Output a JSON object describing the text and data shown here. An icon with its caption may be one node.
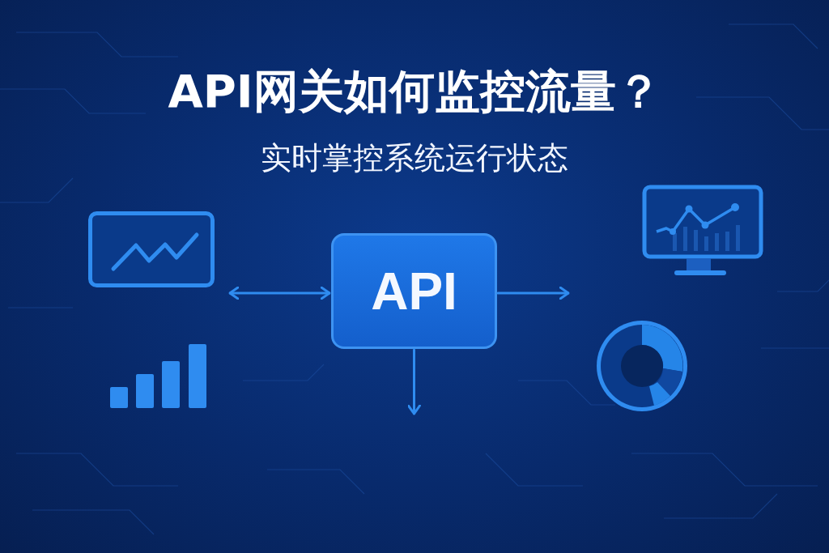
{
  "diagram": {
    "title": "API网关如何监控流量？",
    "nodes": [
      {
        "text": [],
        "shape": "picture"
      },
      {
        "text": [],
        "shape": "picture"
      },
      {
        "text": [
          "API"
        ]
      },
      {
        "text": [],
        "shape": "picture"
      },
      {
        "text": [],
        "shape": "picture"
      }
    ],
    "edges": [
      {
        "from": 0,
        "to": 2,
        "arrow": "both"
      },
      {
        "from": 2,
        "to": null,
        "arrow": "to"
      },
      {
        "from": 2,
        "to": null,
        "arrow": "to"
      }
    ],
    "labels": [
      "实时掌控系统运行状态"
    ]
  }
}
